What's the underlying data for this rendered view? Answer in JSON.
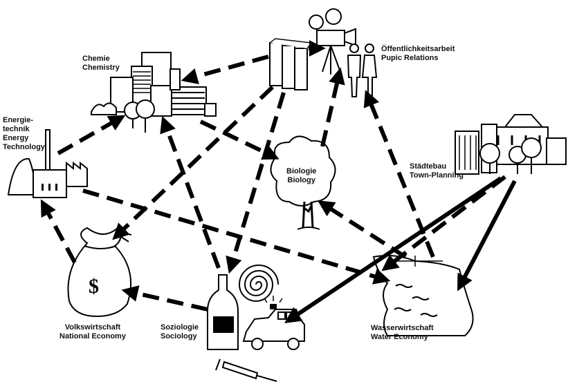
{
  "nodes": {
    "chemistry": {
      "de": "Chemie",
      "en": "Chemistry"
    },
    "energy": {
      "de": "Energie-",
      "de2": "technik",
      "en": "Energy",
      "en2": "Technology"
    },
    "public_relations": {
      "de": "Öffentlichkeitsarbeit",
      "en": "Pupic Relations"
    },
    "biology": {
      "de": "Biologie",
      "en": "Biology"
    },
    "town_planning": {
      "de": "Städtebau",
      "en": "Town-Planning"
    },
    "economy": {
      "de": "Volkswirtschaft",
      "en": "National Economy"
    },
    "sociology": {
      "de": "Soziologie",
      "en": "Sociology"
    },
    "water": {
      "de": "Wasserwirtschaft",
      "en": "Water Economy"
    }
  },
  "icons": {
    "money_bag_symbol": "$"
  },
  "colors": {
    "ink": "#000000",
    "paper": "#ffffff"
  }
}
